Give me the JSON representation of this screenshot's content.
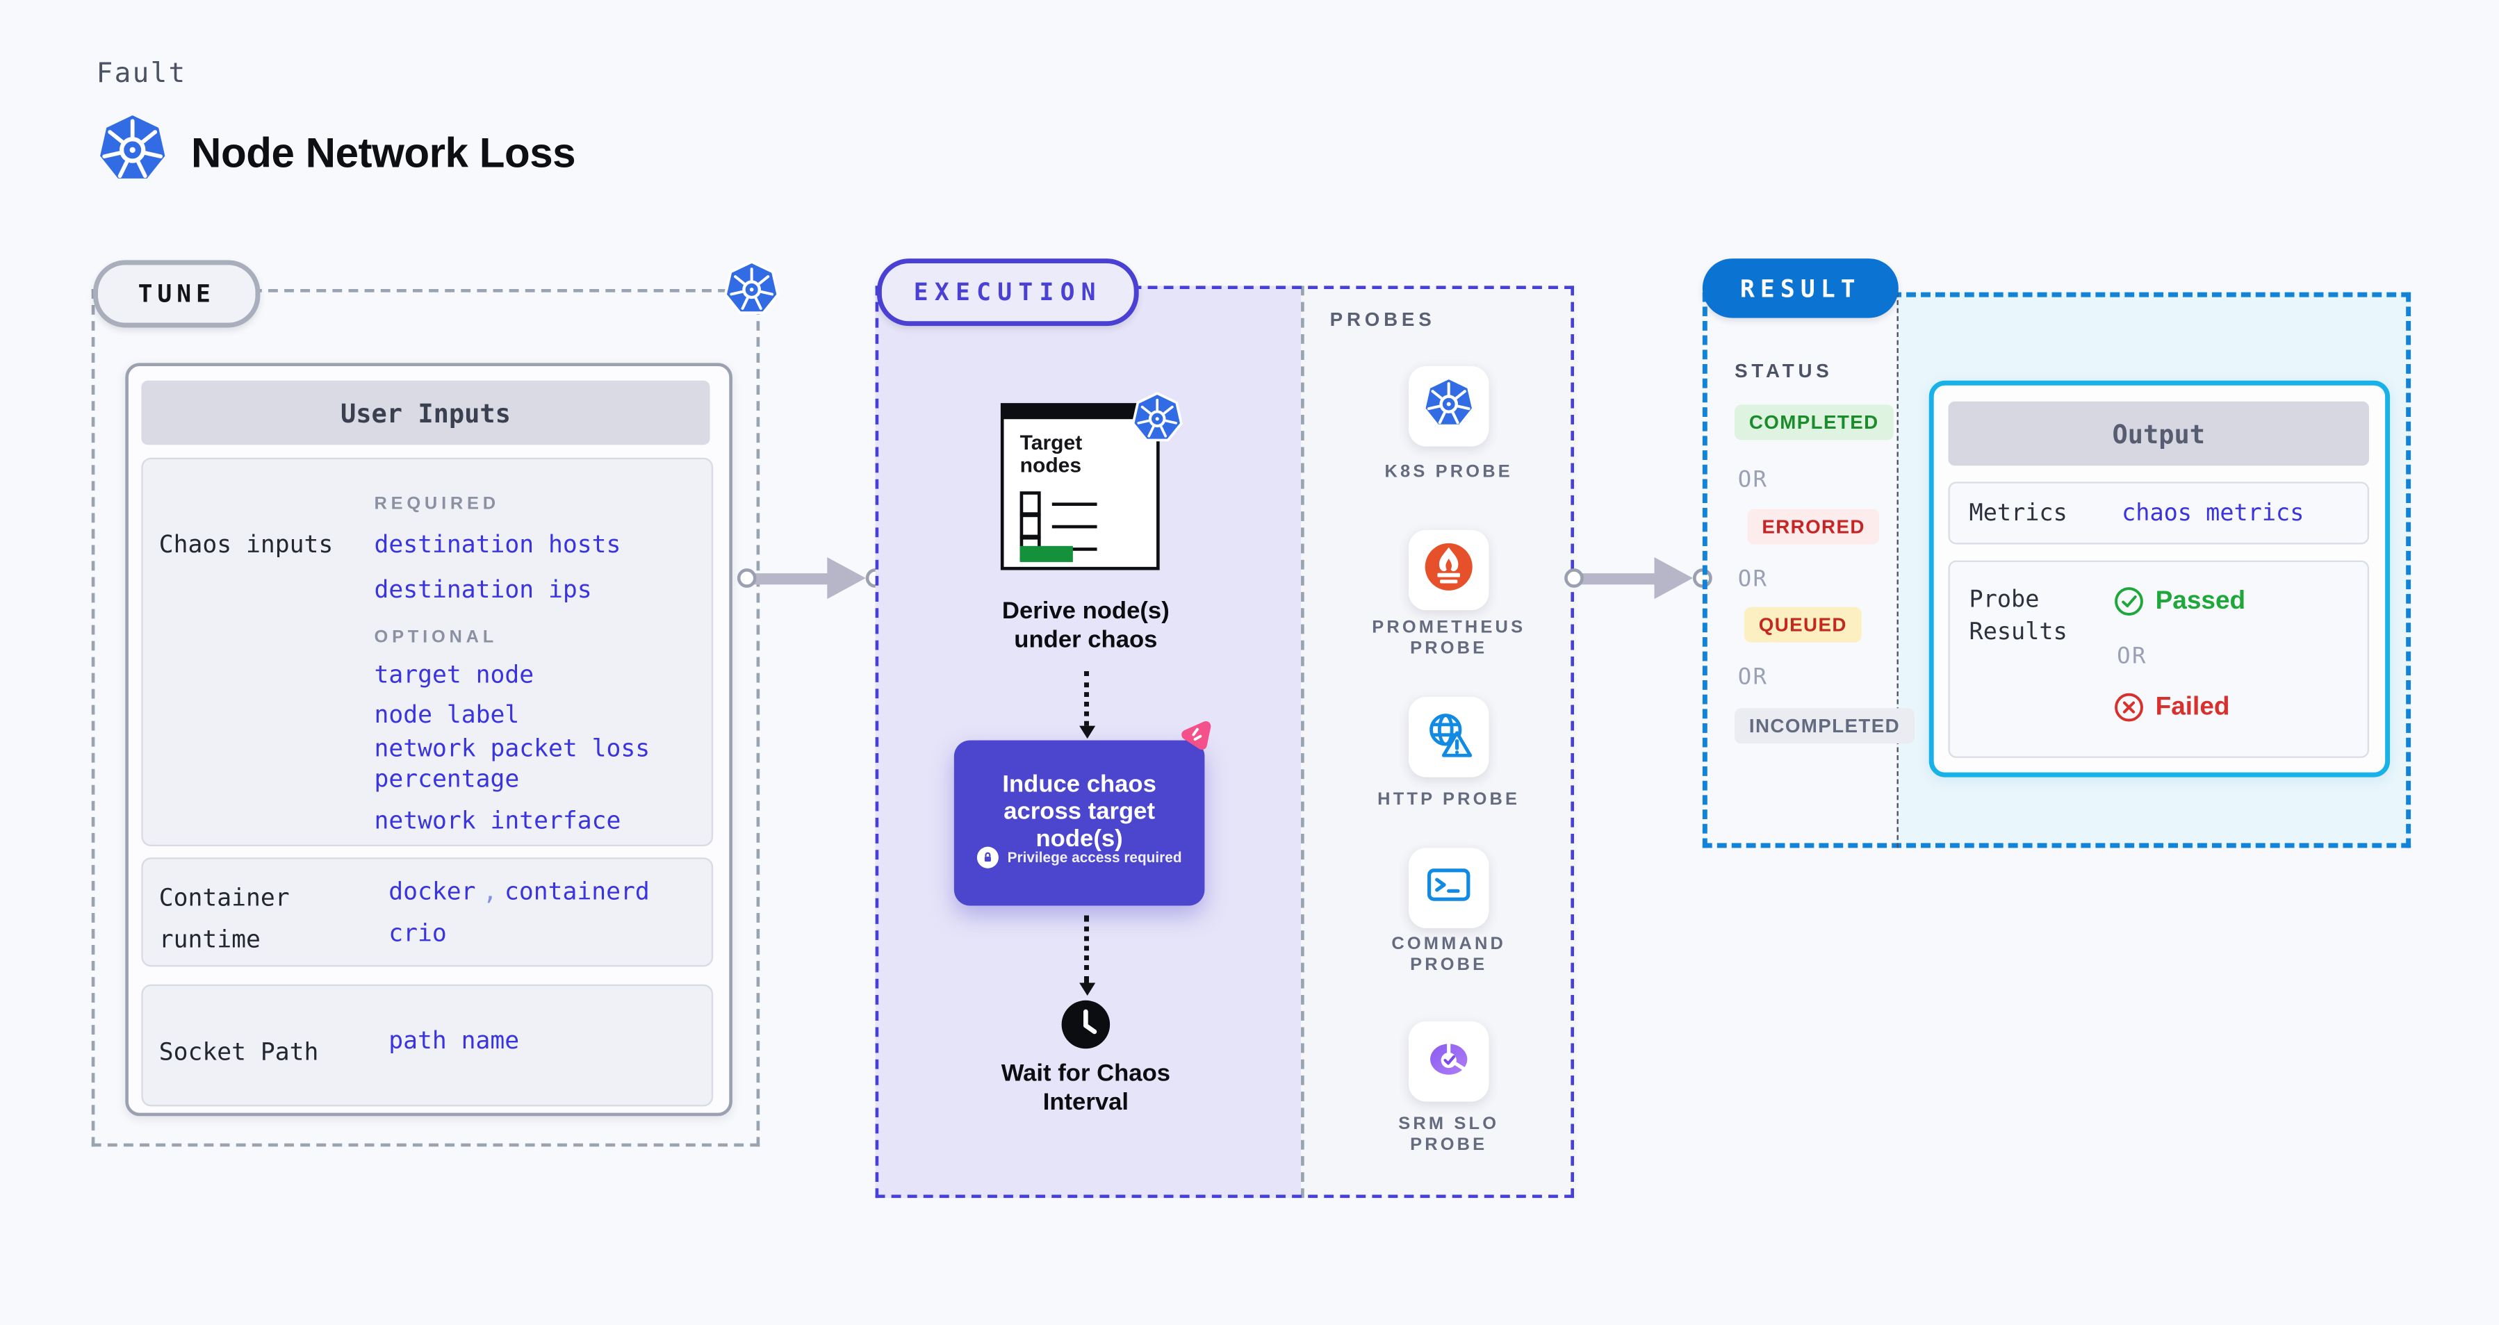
{
  "header": {
    "category": "Fault",
    "title": "Node Network Loss"
  },
  "tune": {
    "label": "TUNE",
    "panel": {
      "header": "User Inputs",
      "chaos_inputs": {
        "label": "Chaos inputs",
        "required_heading": "REQUIRED",
        "required_links": [
          "destination hosts",
          "destination ips"
        ],
        "optional_heading": "OPTIONAL",
        "optional_links": [
          "target node",
          "node label",
          "network packet loss percentage",
          "network interface"
        ]
      },
      "container_runtime": {
        "label": "Container runtime",
        "values": [
          "docker",
          "containerd",
          "crio"
        ],
        "separator": ","
      },
      "socket_path": {
        "label": "Socket Path",
        "value": "path name"
      }
    }
  },
  "execution": {
    "label": "EXECUTION",
    "target_nodes_title": "Target nodes",
    "derive_caption": "Derive node(s) under chaos",
    "induce_title": "Induce chaos across target node(s)",
    "privilege_note": "Privilege access required",
    "wait_caption": "Wait for Chaos Interval"
  },
  "probes": {
    "heading": "PROBES",
    "items": [
      {
        "label": "K8S PROBE",
        "icon": "kubernetes-icon"
      },
      {
        "label": "PROMETHEUS PROBE",
        "icon": "prometheus-icon"
      },
      {
        "label": "HTTP PROBE",
        "icon": "globe-alert-icon"
      },
      {
        "label": "COMMAND PROBE",
        "icon": "terminal-icon"
      },
      {
        "label": "SRM SLO PROBE",
        "icon": "slo-pie-check-icon"
      }
    ]
  },
  "result": {
    "label": "RESULT",
    "status_heading": "STATUS",
    "or_label": "OR",
    "statuses": [
      {
        "text": "COMPLETED",
        "bg": "#def3e0",
        "color": "#1b8c2c"
      },
      {
        "text": "ERRORED",
        "bg": "#fdecec",
        "color": "#c62525"
      },
      {
        "text": "QUEUED",
        "bg": "#fcf0c2",
        "color": "#c4291d"
      },
      {
        "text": "INCOMPLETED",
        "bg": "#ebecf2",
        "color": "#626b80"
      }
    ],
    "output": {
      "header": "Output",
      "metrics_label": "Metrics",
      "metrics_value": "chaos metrics",
      "probe_results_label": "Probe Results",
      "passed": "Passed",
      "failed": "Failed"
    }
  },
  "colors": {
    "page_bg": "#f8f9fc",
    "accent_indigo": "#4640d8",
    "accent_purple_box": "#4c45ce",
    "link_blue": "#3a34de",
    "result_blue": "#0b74d2",
    "output_border_cyan": "#18b2e8",
    "kubernetes_blue": "#326ce5",
    "prometheus_orange": "#e6512c",
    "litmus_pink": "#f4508a",
    "passed_green": "#1ea83c",
    "failed_red": "#d8302c",
    "lavender_bg": "#e6e4f8"
  }
}
